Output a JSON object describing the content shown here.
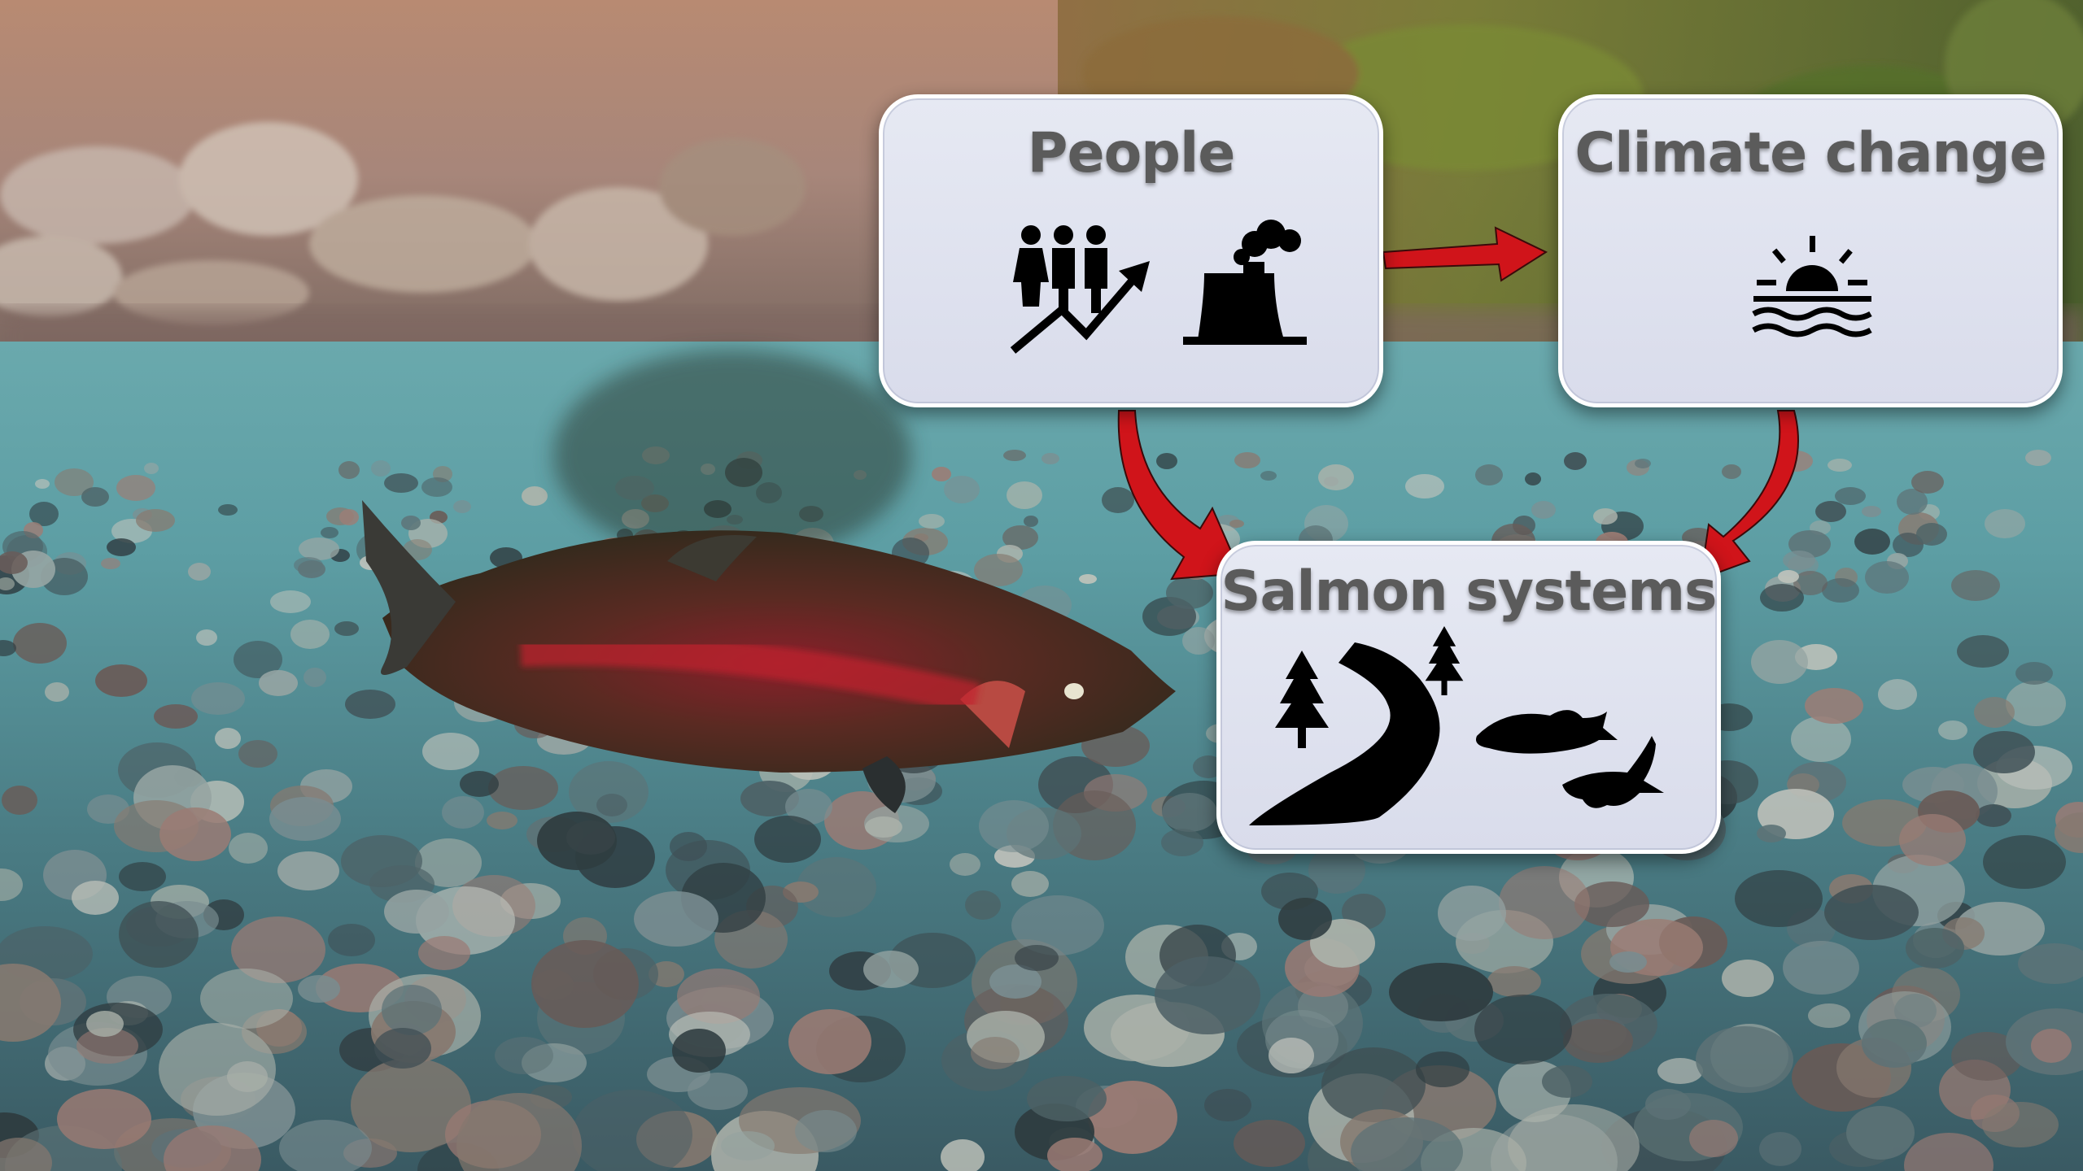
{
  "diagram": {
    "nodes": [
      {
        "id": "people",
        "label": "People",
        "icons": [
          "population-growth-icon",
          "factory-pollution-icon"
        ]
      },
      {
        "id": "climate",
        "label": "Climate change",
        "icons": [
          "sunset-water-icon"
        ]
      },
      {
        "id": "salmon",
        "label": "Salmon systems",
        "icons": [
          "tree-icon",
          "river-icon",
          "tree-icon",
          "salmon-icon",
          "salmon-icon"
        ]
      }
    ],
    "edges": [
      {
        "from": "people",
        "to": "climate"
      },
      {
        "from": "people",
        "to": "salmon"
      },
      {
        "from": "climate",
        "to": "salmon"
      }
    ]
  },
  "colors": {
    "arrow": "#d0141a",
    "box_fill": "#dfe2ee",
    "title_text": "#5b5b5b",
    "icon": "#000000"
  },
  "background": "underwater photo of a salmon swimming over a gravel riverbed"
}
